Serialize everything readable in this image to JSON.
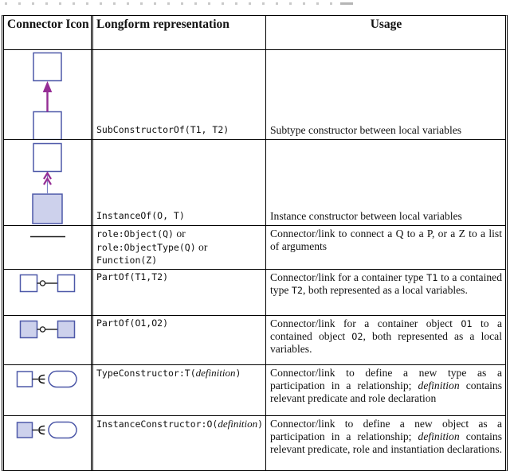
{
  "colors": {
    "box_border": "#4d58a8",
    "box_fill": "#cdd1ec",
    "arrow": "#952d95",
    "line": "#1a1a1a"
  },
  "header": {
    "col1": "Connector Icon",
    "col2": "Longform representation",
    "col3": "Usage"
  },
  "rows": [
    {
      "icon": "subconstructor-of-icon",
      "longform": [
        {
          "t": "code",
          "v": "SubConstructorOf(T1, T2)"
        }
      ],
      "usage": [
        {
          "t": "plain",
          "v": "Subtype constructor between local variables"
        }
      ]
    },
    {
      "icon": "instance-of-icon",
      "longform": [
        {
          "t": "code",
          "v": "InstanceOf(O, T)"
        }
      ],
      "usage": [
        {
          "t": "plain",
          "v": "Instance constructor between local variables"
        }
      ]
    },
    {
      "icon": "role-link-icon",
      "longform": [
        {
          "t": "code",
          "v": "role:Object(Q)"
        },
        {
          "t": "plain",
          "v": " or"
        },
        {
          "t": "br"
        },
        {
          "t": "code",
          "v": "role:ObjectType(Q)"
        },
        {
          "t": "plain",
          "v": " or"
        },
        {
          "t": "br"
        },
        {
          "t": "code",
          "v": "Function(Z)"
        }
      ],
      "usage": [
        {
          "t": "plain",
          "v": "Connector/link to connect a Q to a P, or a Z to a list of arguments"
        }
      ]
    },
    {
      "icon": "partof-type-icon",
      "longform": [
        {
          "t": "code",
          "v": "PartOf(T1,T2)"
        }
      ],
      "usage": [
        {
          "t": "plain",
          "v": "Connector/link for a container type "
        },
        {
          "t": "code",
          "v": "T1"
        },
        {
          "t": "plain",
          "v": " to a contained type "
        },
        {
          "t": "code",
          "v": "T2"
        },
        {
          "t": "plain",
          "v": ", both represented as a local variables."
        }
      ]
    },
    {
      "icon": "partof-object-icon",
      "longform": [
        {
          "t": "code",
          "v": "PartOf(O1,O2)"
        }
      ],
      "usage": [
        {
          "t": "plain",
          "v": "Connector/link for a container object "
        },
        {
          "t": "code",
          "v": "O1"
        },
        {
          "t": "plain",
          "v": " to a contained object "
        },
        {
          "t": "code",
          "v": "O2"
        },
        {
          "t": "plain",
          "v": ", both represented as a local variables."
        }
      ]
    },
    {
      "icon": "type-constructor-icon",
      "longform": [
        {
          "t": "code",
          "v": "TypeConstructor:T("
        },
        {
          "t": "italic",
          "v": "definition"
        },
        {
          "t": "code",
          "v": ")"
        }
      ],
      "usage": [
        {
          "t": "plain",
          "v": "Connector/link to define a new type as a participation in a relationship; "
        },
        {
          "t": "italic",
          "v": "definition"
        },
        {
          "t": "plain",
          "v": " contains relevant predicate and role declaration"
        }
      ]
    },
    {
      "icon": "instance-constructor-icon",
      "longform": [
        {
          "t": "code",
          "v": "InstanceConstructor:O("
        },
        {
          "t": "italic",
          "v": "definition"
        },
        {
          "t": "code",
          "v": ")"
        }
      ],
      "usage": [
        {
          "t": "plain",
          "v": "Connector/link to define a new object as a participation in a relationship; "
        },
        {
          "t": "italic",
          "v": "definition"
        },
        {
          "t": "plain",
          "v": " contains relevant predicate, role and instantiation declarations."
        }
      ]
    }
  ]
}
